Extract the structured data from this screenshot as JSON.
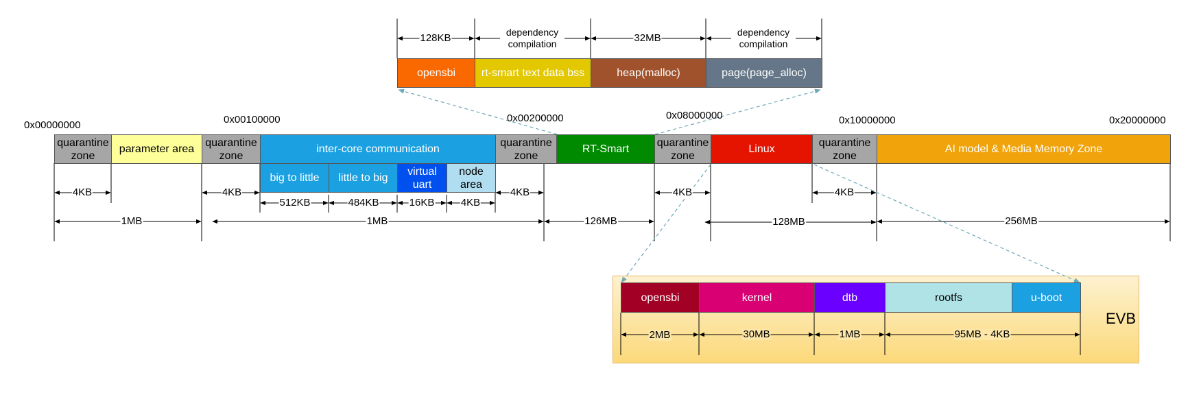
{
  "colors": {
    "quarantine": "#a6a6a6",
    "parameter": "#ffff99",
    "ipc": "#1ba1e2",
    "virtual_uart": "#0050ef",
    "node_area": "#b1ddf0",
    "rt_smart": "#008a00",
    "linux": "#e51400",
    "ai_zone": "#f0a30a",
    "opensbi": "#fa6800",
    "rt_text": "#e3c800",
    "heap": "#a0522d",
    "page": "#647687",
    "evb_opensbi": "#a20025",
    "evb_kernel": "#d80073",
    "evb_dtb": "#6a00ff",
    "evb_rootfs": "#b0e3e6",
    "evb_uboot": "#1ba1e2",
    "evb_panel": "#fcd97a"
  },
  "addresses": [
    "0x00000000",
    "0x00100000",
    "0x00200000",
    "0x08000000",
    "0x10000000",
    "0x20000000"
  ],
  "memory_map": {
    "quarantine_1": "quarantine zone",
    "parameter_area": "parameter area",
    "quarantine_2": "quarantine zone",
    "ipc": "inter-core communication",
    "big_to_little": "big to little",
    "little_to_big": "little to big",
    "virtual_uart": "virtual uart",
    "node_area": "node area",
    "quarantine_3": "quarantine zone",
    "rt_smart": "RT-Smart",
    "quarantine_4": "quarantine zone",
    "linux": "Linux",
    "quarantine_5": "quarantine zone",
    "ai_zone": "AI model & Media Memory Zone"
  },
  "dimensions": {
    "q1": "4KB",
    "q2": "4KB",
    "btl": "512KB",
    "ltb": "484KB",
    "vuart": "16KB",
    "node": "4KB",
    "q3": "4KB",
    "q4": "4KB",
    "q5": "4KB",
    "param_total": "1MB",
    "ipc_total": "1MB",
    "rt_smart": "126MB",
    "linux": "128MB",
    "ai": "256MB"
  },
  "rt_smart_detail": {
    "opensbi": "opensbi",
    "text": "rt-smart text data bss",
    "heap": "heap(malloc)",
    "page": "page(page_alloc)",
    "dim_opensbi": "128KB",
    "dim_text": "dependency compilation",
    "dim_heap": "32MB",
    "dim_page": "dependency compilation"
  },
  "evb": {
    "title": "EVB",
    "opensbi": "opensbi",
    "kernel": "kernel",
    "dtb": "dtb",
    "rootfs": "rootfs",
    "uboot": "u-boot",
    "dim_opensbi": "2MB",
    "dim_kernel": "30MB",
    "dim_dtb": "1MB",
    "dim_rootfs": "95MB - 4KB"
  }
}
